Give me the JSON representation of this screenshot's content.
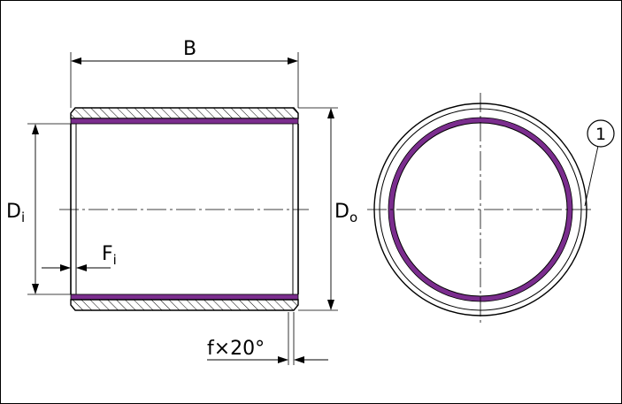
{
  "labels": {
    "width": "B",
    "inner_diameter": "D",
    "inner_diameter_sub": "i",
    "outer_diameter": "D",
    "outer_diameter_sub": "o",
    "flange": "F",
    "flange_sub": "i",
    "chamfer": "f×20°",
    "item_number": "1"
  },
  "colors": {
    "line": "#000000",
    "liner": "#7b2d8e",
    "background": "#ffffff"
  }
}
